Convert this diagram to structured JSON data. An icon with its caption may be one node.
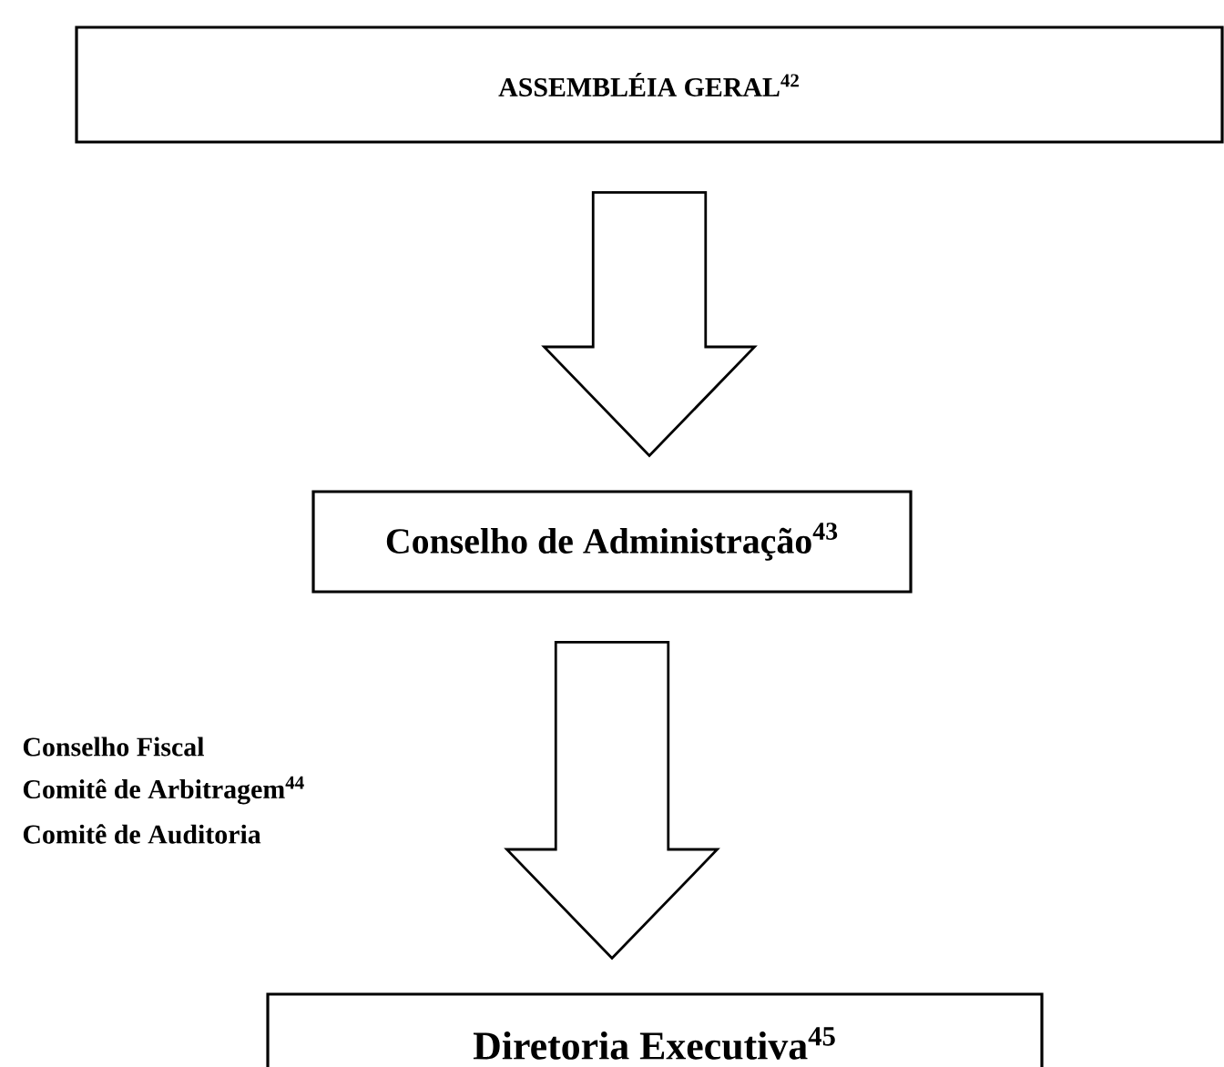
{
  "diagram": {
    "nodes": [
      {
        "text": [
          "ASSEMBLÉIA GERAL$^{42}$"
        ]
      },
      {
        "text": [
          "Conselho de Administração$^{43}$"
        ]
      },
      {
        "text": [
          "Diretoria Executiva$^{45}$"
        ]
      }
    ],
    "edges": [
      {
        "from": 0,
        "to": 1,
        "arrow": "to"
      },
      {
        "from": 1,
        "to": 2,
        "arrow": "to"
      }
    ],
    "labels": [
      "Conselho Fiscal",
      "Comitê de Arbitragem$^{44}$",
      "Comitê de Auditoria"
    ]
  }
}
